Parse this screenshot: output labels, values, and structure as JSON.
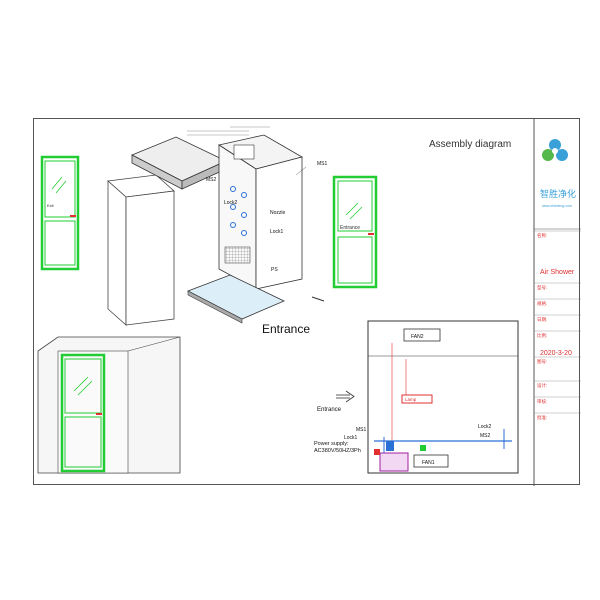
{
  "diagram": {
    "title": "Assembly    diagram",
    "entrance_main": "Entrance",
    "entrance_small": "Entrance",
    "parts": {
      "ms1": "MS1",
      "ms2": "MS2",
      "lock1": "Lock1",
      "lock2": "Lock2",
      "nozzle": "Nozzle",
      "ps": "PS"
    },
    "doors": {
      "exit": "Exit",
      "entrance": "Entrance"
    },
    "schematic": {
      "fan2": "FAN2",
      "fan1": "FAN1",
      "lamp": "Lamp",
      "ms1": "MS1",
      "lock1": "Lock1",
      "lock2": "Lock2",
      "ms2": "MS2",
      "power_line1": "Power supply:",
      "power_line2": "AC380V/50HZ/3Ph"
    }
  },
  "title_block": {
    "company": "智胜净化",
    "website": "www.zhisheng.com",
    "product": "Air Shower",
    "date": "2020-3-20",
    "rows": [
      "名称:",
      "型号:",
      "规格:",
      "日期:",
      "比例:",
      "图号:",
      "设计:",
      "审核:",
      "批准:"
    ]
  },
  "colors": {
    "door_green": "#22cc33",
    "accent_blue": "#2a6fd6",
    "red_text": "#e03030",
    "logo_blue": "#3aa0d8",
    "logo_green": "#55b84a"
  }
}
